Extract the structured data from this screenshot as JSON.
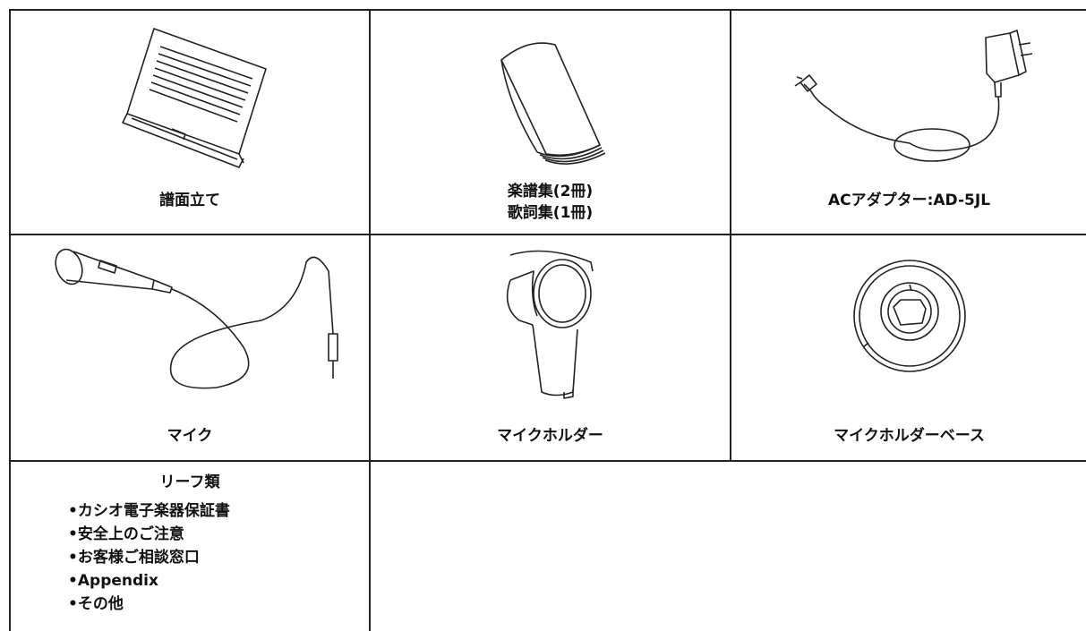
{
  "items": [
    {
      "label": "譜面立て",
      "icon": "music-stand-icon"
    },
    {
      "label_lines": [
        "楽譜集(2冊)",
        "歌詞集(1冊)"
      ],
      "icon": "songbook-icon"
    },
    {
      "label": "ACアダプター:AD-5JL",
      "icon": "ac-adapter-icon"
    },
    {
      "label": "マイク",
      "icon": "microphone-icon"
    },
    {
      "label": "マイクホルダー",
      "icon": "microphone-holder-icon"
    },
    {
      "label": "マイクホルダーベース",
      "icon": "microphone-holder-base-icon"
    }
  ],
  "leaflets": {
    "title": "リーフ類",
    "items": [
      "•カシオ電子楽器保証書",
      "•安全上のご注意",
      "•お客様ご相談窓口",
      "•Appendix",
      "•その他"
    ]
  }
}
